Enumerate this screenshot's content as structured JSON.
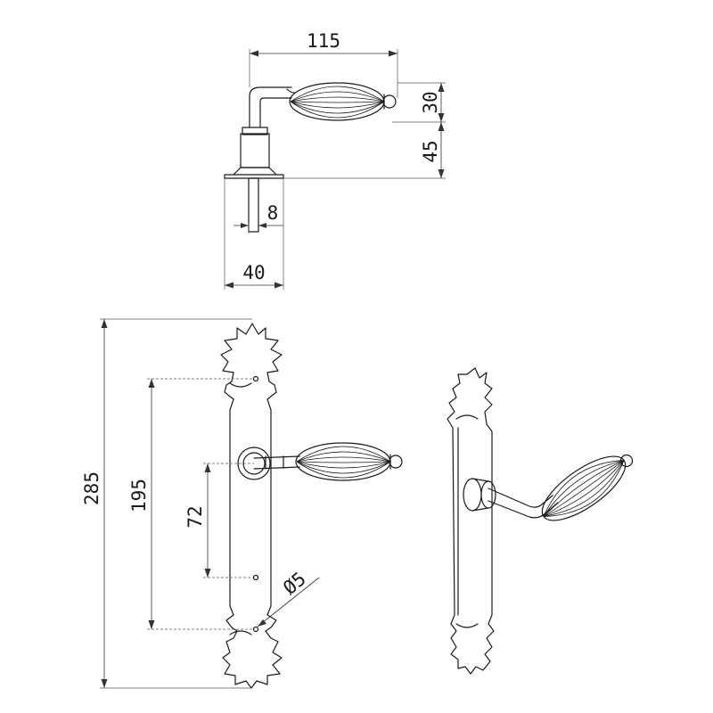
{
  "dimensions": {
    "handle_length": "115",
    "knob_height": "30",
    "stem_height": "45",
    "square_spindle": "8",
    "rose_width": "40",
    "plate_height": "285",
    "screw_spacing": "195",
    "handle_offset": "72",
    "screw_hole_diameter": "Ø5"
  },
  "colors": {
    "line": "#1a1a1a",
    "background": "#ffffff"
  }
}
